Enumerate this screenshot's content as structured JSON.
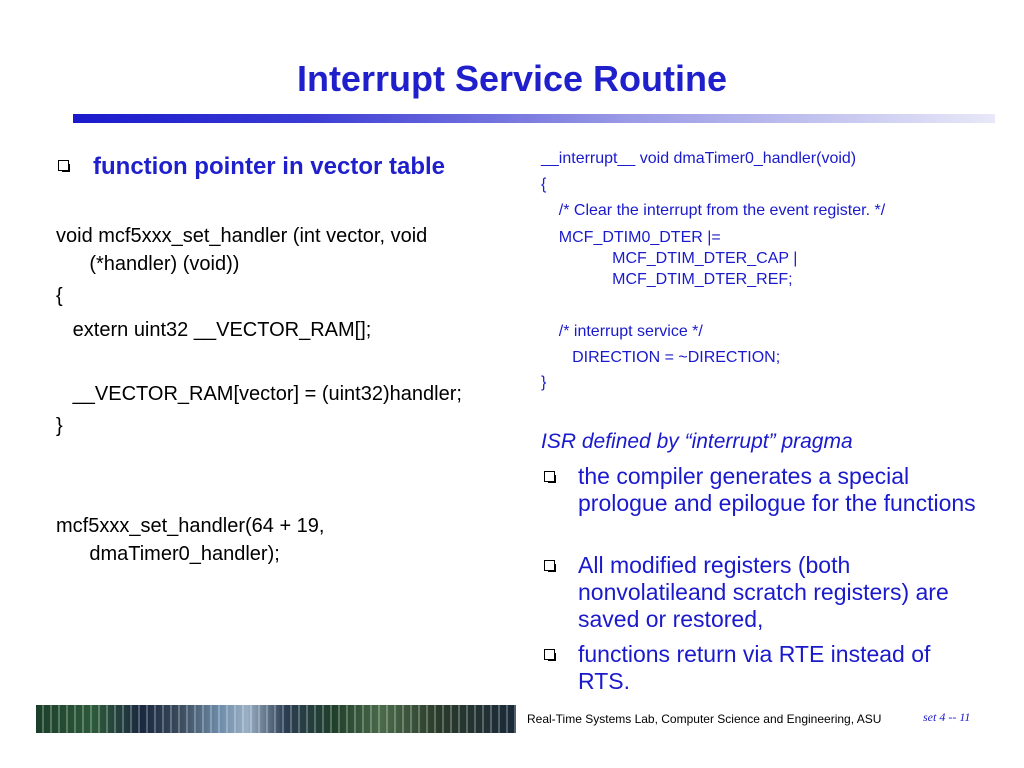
{
  "slide": {
    "title": "Interrupt Service Routine"
  },
  "left": {
    "heading": "function pointer in vector table",
    "code_lines": [
      "void mcf5xxx_set_handler (int vector, void",
      "      (*handler) (void))",
      "{",
      "   extern uint32 __VECTOR_RAM[];",
      "   __VECTOR_RAM[vector] = (uint32)handler;",
      "}",
      "mcf5xxx_set_handler(64 + 19,",
      "      dmaTimer0_handler);"
    ]
  },
  "right": {
    "code_lines": [
      "__interrupt__ void dmaTimer0_handler(void)",
      "{",
      "    /* Clear the interrupt from the event register. */",
      "    MCF_DTIM0_DTER |=",
      "                MCF_DTIM_DTER_CAP |",
      "                MCF_DTIM_DTER_REF;",
      "    /* interrupt service */",
      "       DIRECTION = ~DIRECTION;",
      "}"
    ],
    "heading": "ISR defined by “interrupt” pragma",
    "bullets": [
      "the compiler generates a special prologue and epilogue for the functions",
      "All modified registers (both nonvolatileand scratch registers) are saved or restored,",
      "functions return via RTE instead of RTS."
    ]
  },
  "footer": {
    "lab": "Real-Time Systems Lab, Computer Science and Engineering, ASU",
    "page": "set 4 -- 11"
  }
}
